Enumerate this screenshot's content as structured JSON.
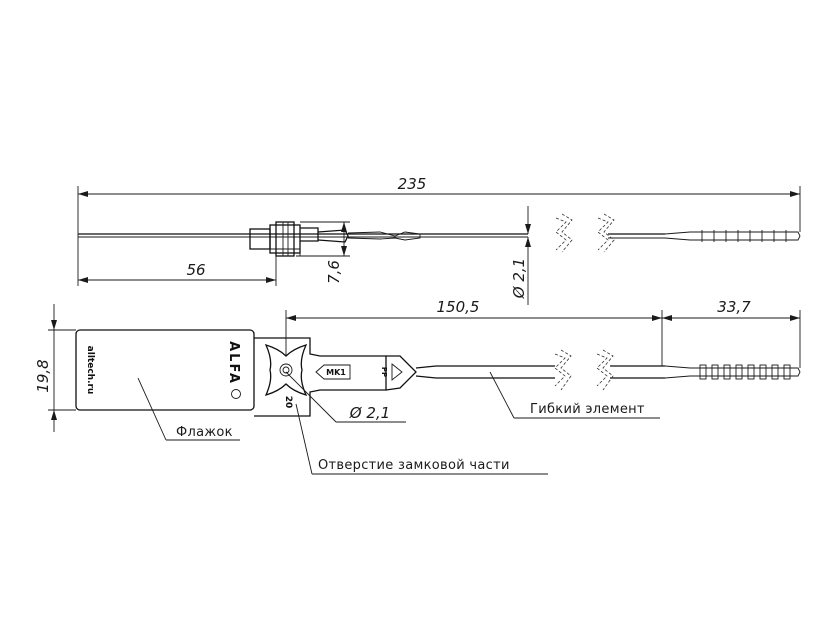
{
  "dimensions": {
    "total_length": "235",
    "flag_offset": "56",
    "lock_height": "7,6",
    "diameter_top": "Ø 2,1",
    "flag_height": "19,8",
    "tail_length": "150,5",
    "tip_length": "33,7",
    "hole_diameter": "Ø 2,1"
  },
  "callouts": {
    "flag": "Флажок",
    "flexible_element": "Гибкий элемент",
    "lock_hole": "Отверстие замковой части"
  },
  "markings": {
    "brand": "ALFA",
    "website": "alltech.ru",
    "code": "MK1",
    "num": "20"
  }
}
